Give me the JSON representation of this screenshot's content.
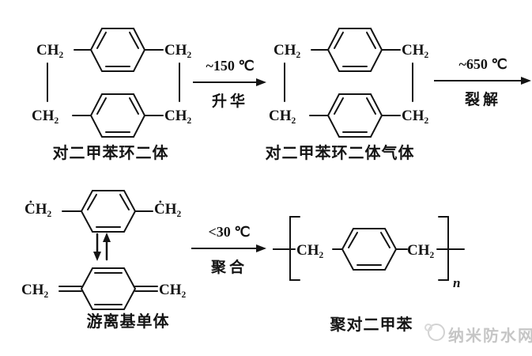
{
  "structures": {
    "dimer": {
      "label": "对二甲苯环二体",
      "tl": "CH₂",
      "tr": "CH₂",
      "bl": "CH₂",
      "br": "CH₂"
    },
    "dimer_gas": {
      "label": "对二甲苯环二体气体",
      "tl": "CH₂",
      "tr": "CH₂",
      "bl": "CH₂",
      "br": "CH₂"
    },
    "monomer": {
      "label": "游离基单体",
      "radical_left": "ĊH₂",
      "radical_right": "ĊH₂",
      "quinoid_left": "CH₂",
      "quinoid_right": "CH₂"
    },
    "polymer": {
      "label": "聚对二甲苯",
      "left": "CH₂",
      "right": "CH₂",
      "subscript": "n"
    }
  },
  "arrows": [
    {
      "above": "~150 ℃",
      "below": "升华"
    },
    {
      "above": "~650 ℃",
      "below": "裂解"
    },
    {
      "above": "<30 ℃",
      "below": "聚合"
    }
  ],
  "watermark": {
    "text": "纳米防水网"
  },
  "colors": {
    "ink": "#141414",
    "watermark": "#c6c6c6",
    "background": "#ffffff"
  }
}
